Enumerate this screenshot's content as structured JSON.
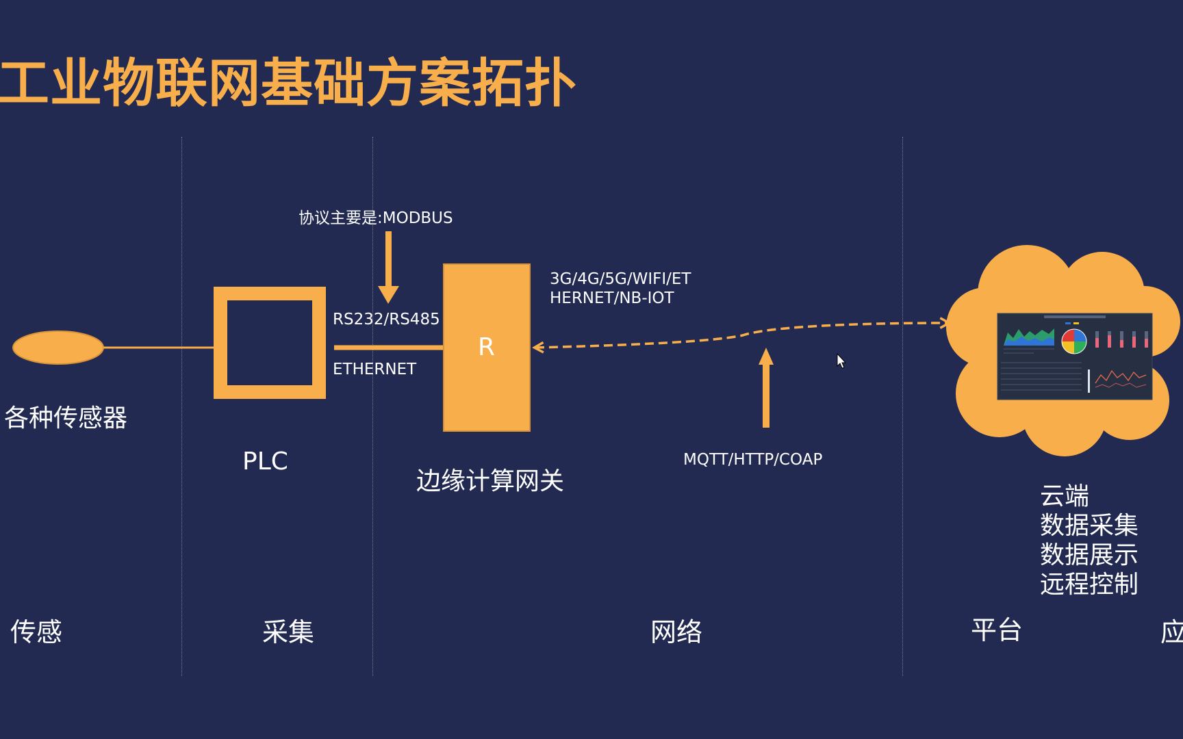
{
  "title": "工业物联网基础方案拓扑",
  "stages": [
    "传感",
    "采集",
    "网络",
    "平台",
    "应"
  ],
  "nodes": {
    "sensor": "各种传感器",
    "plc": "PLC",
    "gateway_letter": "R",
    "gateway": "边缘计算网关",
    "cloud": [
      "云端",
      "数据采集",
      "数据展示",
      "远程控制"
    ]
  },
  "labels": {
    "modbus_note": "协议主要是:MODBUS",
    "serial": "RS232/RS485",
    "ethernet": "ETHERNET",
    "network_line1": "3G/4G/5G/WIFI/ET",
    "network_line2": "HERNET/NB-IOT",
    "cloud_protocols": "MQTT/HTTP/COAP"
  },
  "colors": {
    "background": "#222a52",
    "accent": "#f8ae4a",
    "text": "#ffffff"
  }
}
